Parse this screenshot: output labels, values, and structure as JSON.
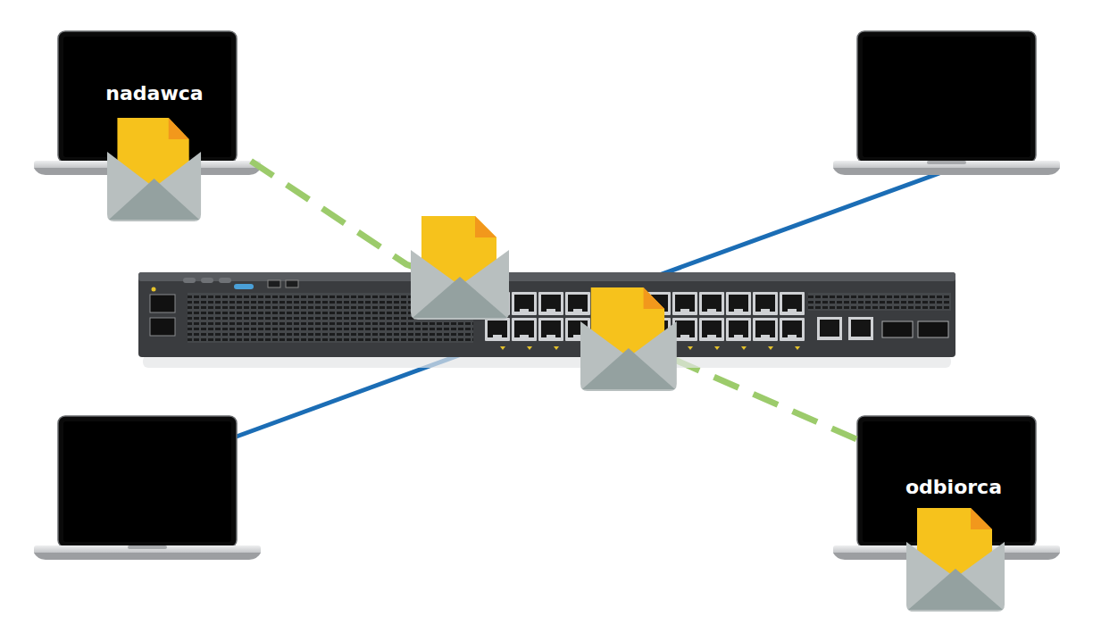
{
  "diagram": {
    "nodes": [
      {
        "text": [
          "nadawca"
        ]
      },
      {
        "text": [
          "odbiorca"
        ]
      }
    ],
    "edges": [
      {
        "from": 0,
        "to": 1,
        "arrow": "none"
      }
    ]
  }
}
